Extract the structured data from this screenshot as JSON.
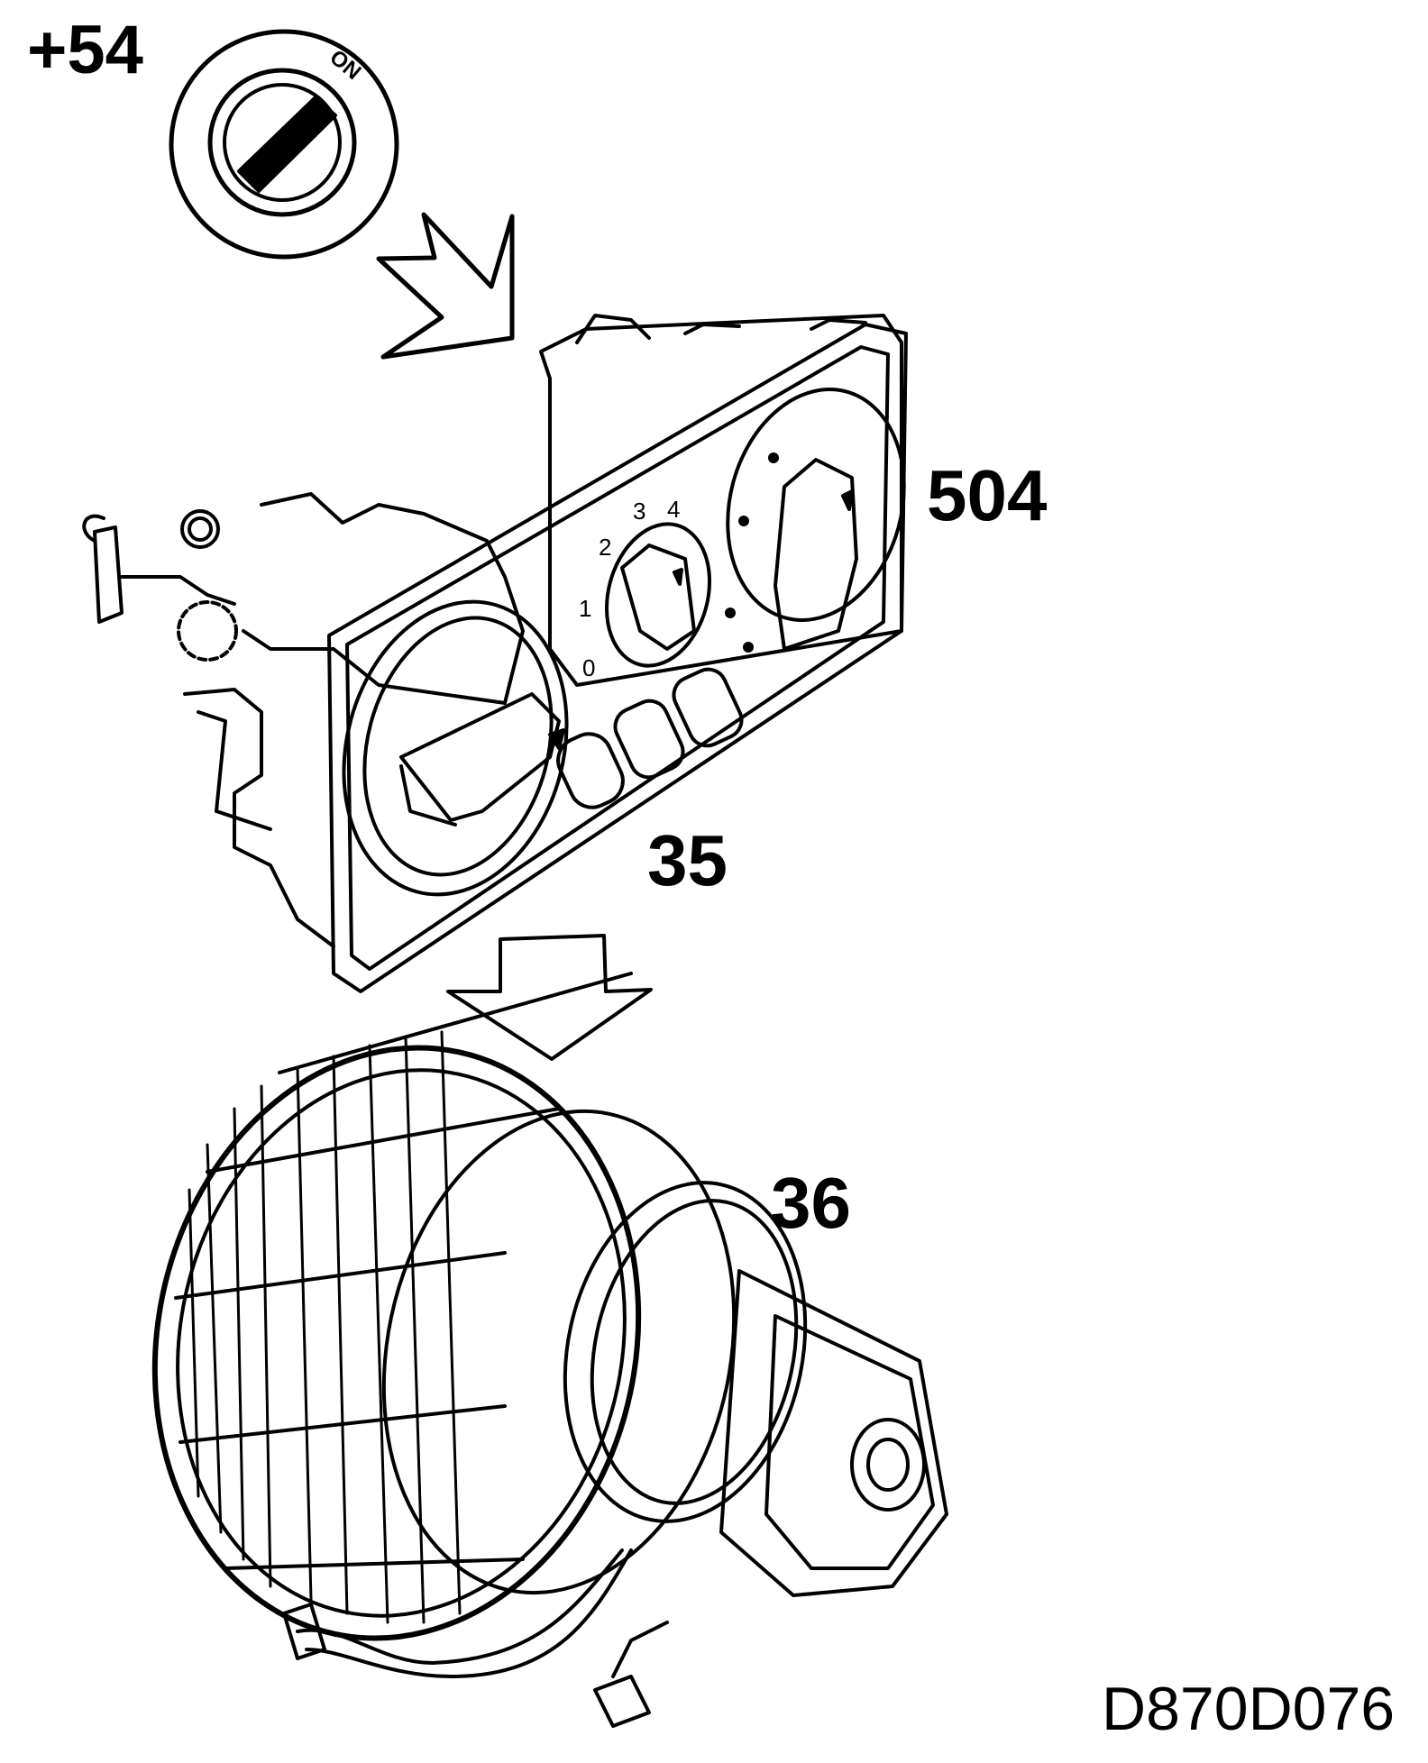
{
  "labels": {
    "ignition": "+54",
    "control_panel": "504",
    "fan_switch": "35",
    "blower_motor": "36",
    "figure_code": "D870D076"
  },
  "ignition_switch": {
    "position_text": "ON"
  },
  "fan_speed_scale": [
    "0",
    "1",
    "2",
    "3",
    "4"
  ],
  "colors": {
    "line": "#000000",
    "background": "#ffffff"
  }
}
